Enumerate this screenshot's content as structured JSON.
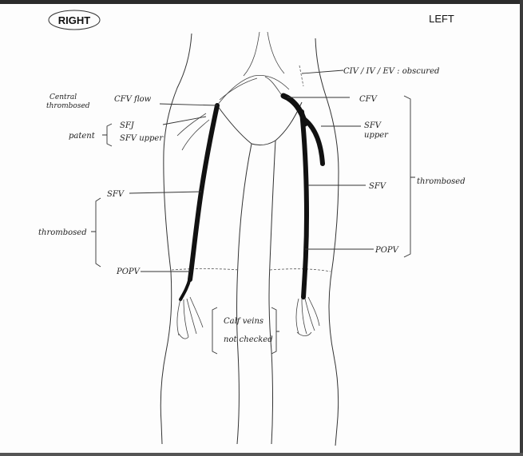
{
  "header": {
    "right_label": "RIGHT",
    "left_label": "LEFT"
  },
  "labels": {
    "cfv_ev_ev": "CIV / IV / EV : obscured",
    "cfv_flow_note_line1": "Central",
    "cfv_flow_note_line2": "thrombosed",
    "cfv_flow": "CFV flow",
    "left_cfv": "CFV",
    "patent": "patent",
    "right_sfj": "SFJ",
    "right_sfv_upper": "SFV upper",
    "left_sfv_upper_line1": "SFV",
    "left_sfv_upper_line2": "upper",
    "right_sfv": "SFV",
    "left_sfv": "SFV",
    "thrombosed_left_side": "thrombosed",
    "thrombosed_right_side": "thrombosed",
    "right_popv": "POPV",
    "left_popv": "POPV",
    "calf_veins_line1": "Calf veins",
    "calf_veins_line2": "not checked"
  },
  "colors": {
    "thrombus": "#111111",
    "ink": "#222222"
  }
}
